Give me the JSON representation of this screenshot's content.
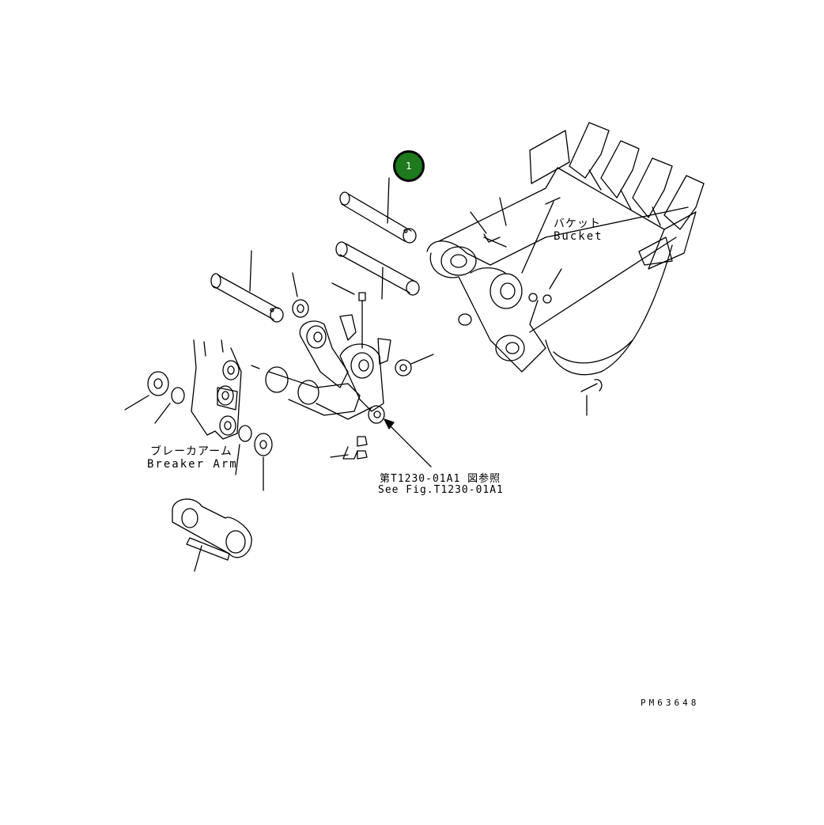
{
  "labels": {
    "bucket_ja": "バケット",
    "bucket_en": "Bucket",
    "breaker_ja": "ブレーカアーム",
    "breaker_en": "Breaker Arm",
    "ref_ja": "第T1230-01A1 図参照",
    "ref_en": "See Fig.T1230-01A1",
    "drawing_code": "PM63648"
  },
  "callouts": [
    {
      "number": "1",
      "color": "#1d7a1d"
    }
  ]
}
